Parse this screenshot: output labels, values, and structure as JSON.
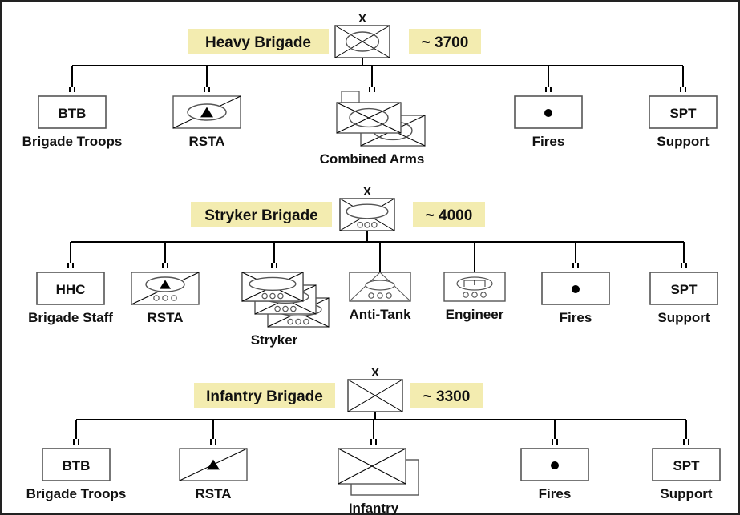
{
  "colors": {
    "highlight": "#f3ecb0",
    "line": "#000000",
    "symbol_stroke": "#555555",
    "frame": "#222222"
  },
  "echelon_mark": "X",
  "battalion_mark": "II",
  "brigades": [
    {
      "title": "Heavy Brigade",
      "strength": "~ 3700",
      "symbol": "armor",
      "units": [
        {
          "abbr": "BTB",
          "label": "Brigade Troops",
          "symbol": "text-box"
        },
        {
          "abbr": "",
          "label": "RSTA",
          "symbol": "rsta-armored"
        },
        {
          "abbr": "",
          "label": "Combined Arms",
          "symbol": "armor-stack"
        },
        {
          "abbr": "",
          "label": "Fires",
          "symbol": "fires"
        },
        {
          "abbr": "SPT",
          "label": "Support",
          "symbol": "text-box"
        }
      ]
    },
    {
      "title": "Stryker Brigade",
      "strength": "~ 4000",
      "symbol": "stryker",
      "units": [
        {
          "abbr": "HHC",
          "label": "Brigade Staff",
          "symbol": "text-box"
        },
        {
          "abbr": "",
          "label": "RSTA",
          "symbol": "rsta-stryker"
        },
        {
          "abbr": "",
          "label": "Stryker",
          "symbol": "stryker-stack"
        },
        {
          "abbr": "",
          "label": "Anti-Tank",
          "symbol": "anti-tank"
        },
        {
          "abbr": "",
          "label": "Engineer",
          "symbol": "engineer"
        },
        {
          "abbr": "",
          "label": "Fires",
          "symbol": "fires"
        },
        {
          "abbr": "SPT",
          "label": "Support",
          "symbol": "text-box"
        }
      ]
    },
    {
      "title": "Infantry Brigade",
      "strength": "~ 3300",
      "symbol": "infantry",
      "units": [
        {
          "abbr": "BTB",
          "label": "Brigade Troops",
          "symbol": "text-box"
        },
        {
          "abbr": "",
          "label": "RSTA",
          "symbol": "rsta-infantry"
        },
        {
          "abbr": "",
          "label": "Infantry",
          "symbol": "infantry-stack"
        },
        {
          "abbr": "",
          "label": "Fires",
          "symbol": "fires"
        },
        {
          "abbr": "SPT",
          "label": "Support",
          "symbol": "text-box"
        }
      ]
    }
  ]
}
